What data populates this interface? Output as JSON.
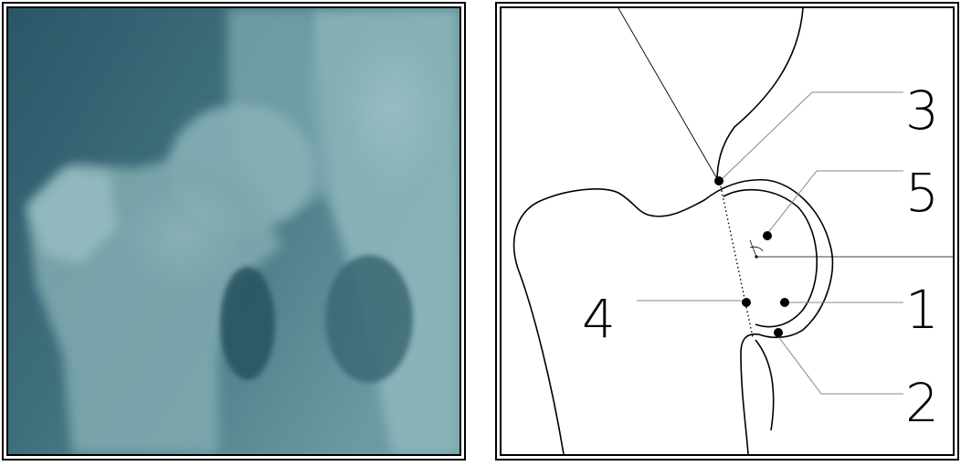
{
  "colors": {
    "xray_dark": "#2d5a6a",
    "xray_mid": "#5c8c96",
    "xray_light": "#9fc4c8",
    "ink": "#000000"
  },
  "diagram": {
    "labels": [
      "3",
      "5",
      "4",
      "1",
      "2"
    ]
  }
}
